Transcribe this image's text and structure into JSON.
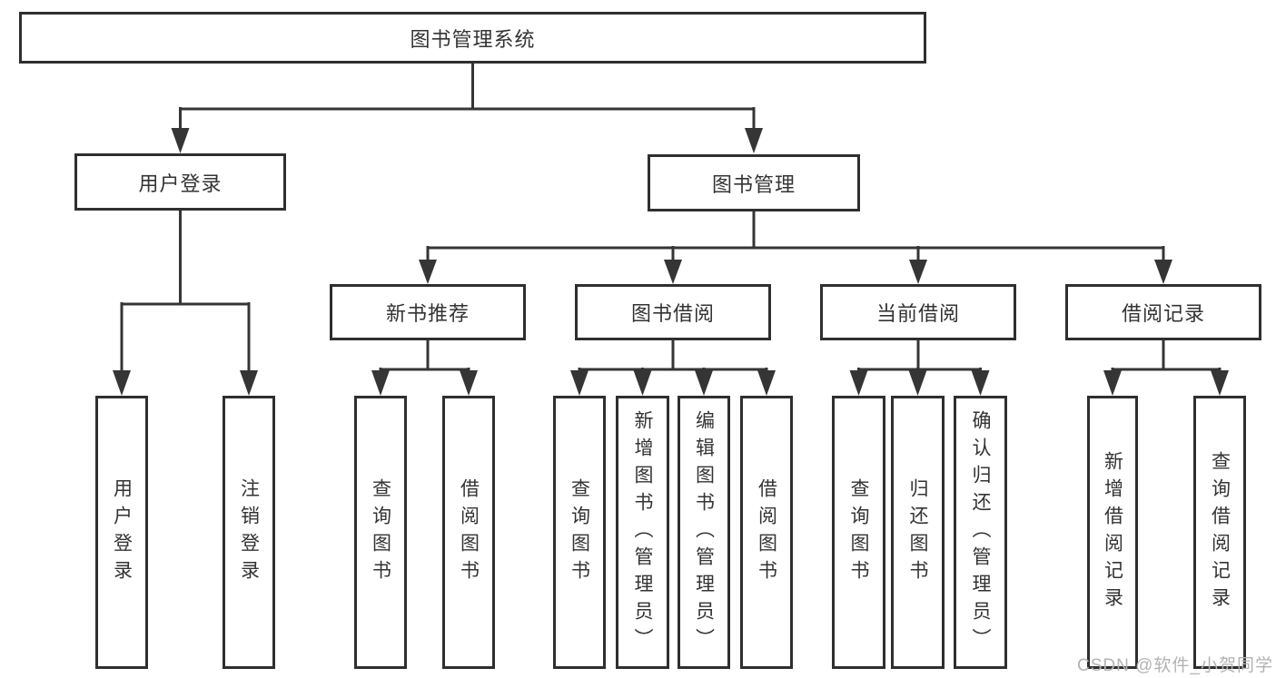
{
  "diagram": {
    "root": {
      "label": "图书管理系统"
    },
    "user_login": {
      "label": "用户登录",
      "children": [
        {
          "label": "用户登录"
        },
        {
          "label": "注销登录"
        }
      ]
    },
    "book_management": {
      "label": "图书管理",
      "sections": [
        {
          "label": "新书推荐",
          "children": [
            {
              "label": "查询图书"
            },
            {
              "label": "借阅图书"
            }
          ]
        },
        {
          "label": "图书借阅",
          "children": [
            {
              "label": "查询图书"
            },
            {
              "label": "新增图书（管理员）"
            },
            {
              "label": "编辑图书（管理员）"
            },
            {
              "label": "借阅图书"
            }
          ]
        },
        {
          "label": "当前借阅",
          "children": [
            {
              "label": "查询图书"
            },
            {
              "label": "归还图书"
            },
            {
              "label": "确认归还（管理员）"
            }
          ]
        },
        {
          "label": "借阅记录",
          "children": [
            {
              "label": "新增借阅记录"
            },
            {
              "label": "查询借阅记录"
            }
          ]
        }
      ]
    }
  },
  "watermark": "CSDN @软件_小贺同学",
  "colors": {
    "line": "#353535",
    "box_border": "#2f2f2f",
    "text": "#333333",
    "watermark": "#b3b3b3",
    "background": "#ffffff"
  }
}
